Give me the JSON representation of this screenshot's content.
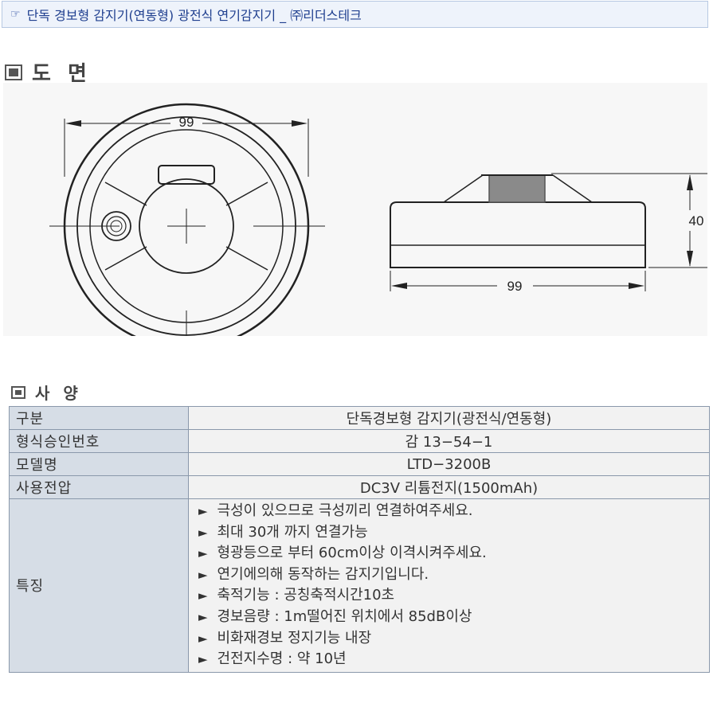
{
  "title": {
    "text": "단독 경보형 감지기(연동형) 광전식 연기감지기 _ ㈜리더스테크"
  },
  "sections": {
    "drawing": "도 면",
    "spec": "사 양"
  },
  "drawing": {
    "dims": {
      "front_width": "99",
      "side_width": "99",
      "side_height": "40"
    }
  },
  "spec": {
    "rows": [
      {
        "label": "구분",
        "value": "단독경보형 감지기(광전식/연동형)"
      },
      {
        "label": "형식승인번호",
        "value": "감 13−54−1"
      },
      {
        "label": "모델명",
        "value": "LTD−3200B"
      },
      {
        "label": "사용전압",
        "value": "DC3V 리튬전지(1500mAh)"
      }
    ],
    "features_label": "특징",
    "bullet": "►",
    "features": [
      "극성이 있으므로 극성끼리 연결하여주세요.",
      "최대 30개 까지 연결가능",
      "형광등으로 부터 60cm이상 이격시켜주세요.",
      "연기에의해 동작하는 감지기입니다.",
      "축적기능 : 공칭축적시간10초",
      "경보음량 : 1m떨어진 위치에서 85dB이상",
      "비화재경보 정지기능 내장",
      "건전지수명 : 약 10년"
    ]
  }
}
